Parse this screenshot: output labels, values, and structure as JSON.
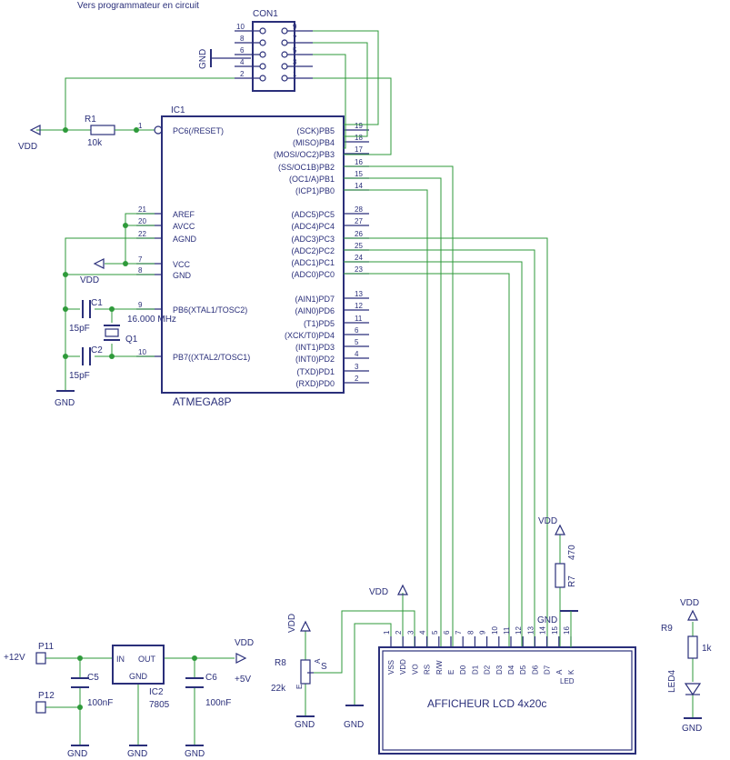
{
  "title": "Vers programmateur en circuit",
  "con1": {
    "ref": "CON1",
    "left_pins": [
      "10",
      "8",
      "6",
      "4",
      "2"
    ],
    "right_pins": [
      "9",
      "7",
      "5",
      "3",
      "1"
    ]
  },
  "labels": {
    "gnd": "GND",
    "vdd": "VDD",
    "v12": "+12V",
    "v5": "+5V",
    "s": "S",
    "e": "E",
    "a": "A"
  },
  "r1": {
    "ref": "R1",
    "value": "10k"
  },
  "ic1": {
    "ref": "IC1",
    "part": "ATMEGA8P",
    "left": [
      {
        "num": "1",
        "name": "PC6(/RESET)"
      },
      {
        "num": "21",
        "name": "AREF"
      },
      {
        "num": "20",
        "name": "AVCC"
      },
      {
        "num": "22",
        "name": "AGND"
      },
      {
        "num": "7",
        "name": "VCC"
      },
      {
        "num": "8",
        "name": "GND"
      },
      {
        "num": "9",
        "name": "PB6(XTAL1/TOSC2)"
      },
      {
        "num": "10",
        "name": "PB7((XTAL2/TOSC1)"
      }
    ],
    "right": [
      {
        "num": "19",
        "name": "(SCK)PB5"
      },
      {
        "num": "18",
        "name": "(MISO)PB4"
      },
      {
        "num": "17",
        "name": "(MOSI/OC2)PB3"
      },
      {
        "num": "16",
        "name": "(SS/OC1B)PB2"
      },
      {
        "num": "15",
        "name": "(OC1/A)PB1"
      },
      {
        "num": "14",
        "name": "(ICP1)PB0"
      },
      {
        "num": "28",
        "name": "(ADC5)PC5"
      },
      {
        "num": "27",
        "name": "(ADC4)PC4"
      },
      {
        "num": "26",
        "name": "(ADC3)PC3"
      },
      {
        "num": "25",
        "name": "(ADC2)PC2"
      },
      {
        "num": "24",
        "name": "(ADC1)PC1"
      },
      {
        "num": "23",
        "name": "(ADC0)PC0"
      },
      {
        "num": "13",
        "name": "(AIN1)PD7"
      },
      {
        "num": "12",
        "name": "(AIN0)PD6"
      },
      {
        "num": "11",
        "name": "(T1)PD5"
      },
      {
        "num": "6",
        "name": "(XCK/T0)PD4"
      },
      {
        "num": "5",
        "name": "(INT1)PD3"
      },
      {
        "num": "4",
        "name": "(INT0)PD2"
      },
      {
        "num": "3",
        "name": "(TXD)PD1"
      },
      {
        "num": "2",
        "name": "(RXD)PD0"
      }
    ]
  },
  "c1": {
    "ref": "C1",
    "value": "15pF"
  },
  "c2": {
    "ref": "C2",
    "value": "15pF"
  },
  "q1": {
    "ref": "Q1",
    "value": "16.000 MHz"
  },
  "lcd": {
    "title": "AFFICHEUR LCD 4x20c",
    "pins": [
      "1",
      "2",
      "3",
      "4",
      "5",
      "6",
      "7",
      "8",
      "9",
      "10",
      "11",
      "12",
      "13",
      "14",
      "15",
      "16"
    ],
    "signals": [
      "VSS",
      "VDD",
      "VO",
      "RS",
      "R/W",
      "E",
      "D0",
      "D1",
      "D2",
      "D3",
      "D4",
      "D5",
      "D6",
      "D7",
      "A",
      "K"
    ],
    "led": "LED"
  },
  "r7": {
    "ref": "R7",
    "value": "470"
  },
  "r8": {
    "ref": "R8",
    "value": "22k"
  },
  "r9": {
    "ref": "R9",
    "value": "1k"
  },
  "led4": {
    "ref": "LED4"
  },
  "ic2": {
    "ref": "IC2",
    "part": "7805",
    "in": "IN",
    "out": "OUT",
    "gnd": "GND"
  },
  "p11": {
    "ref": "P11"
  },
  "p12": {
    "ref": "P12"
  },
  "c5": {
    "ref": "C5",
    "value": "100nF"
  },
  "c6": {
    "ref": "C6",
    "value": "100nF"
  }
}
